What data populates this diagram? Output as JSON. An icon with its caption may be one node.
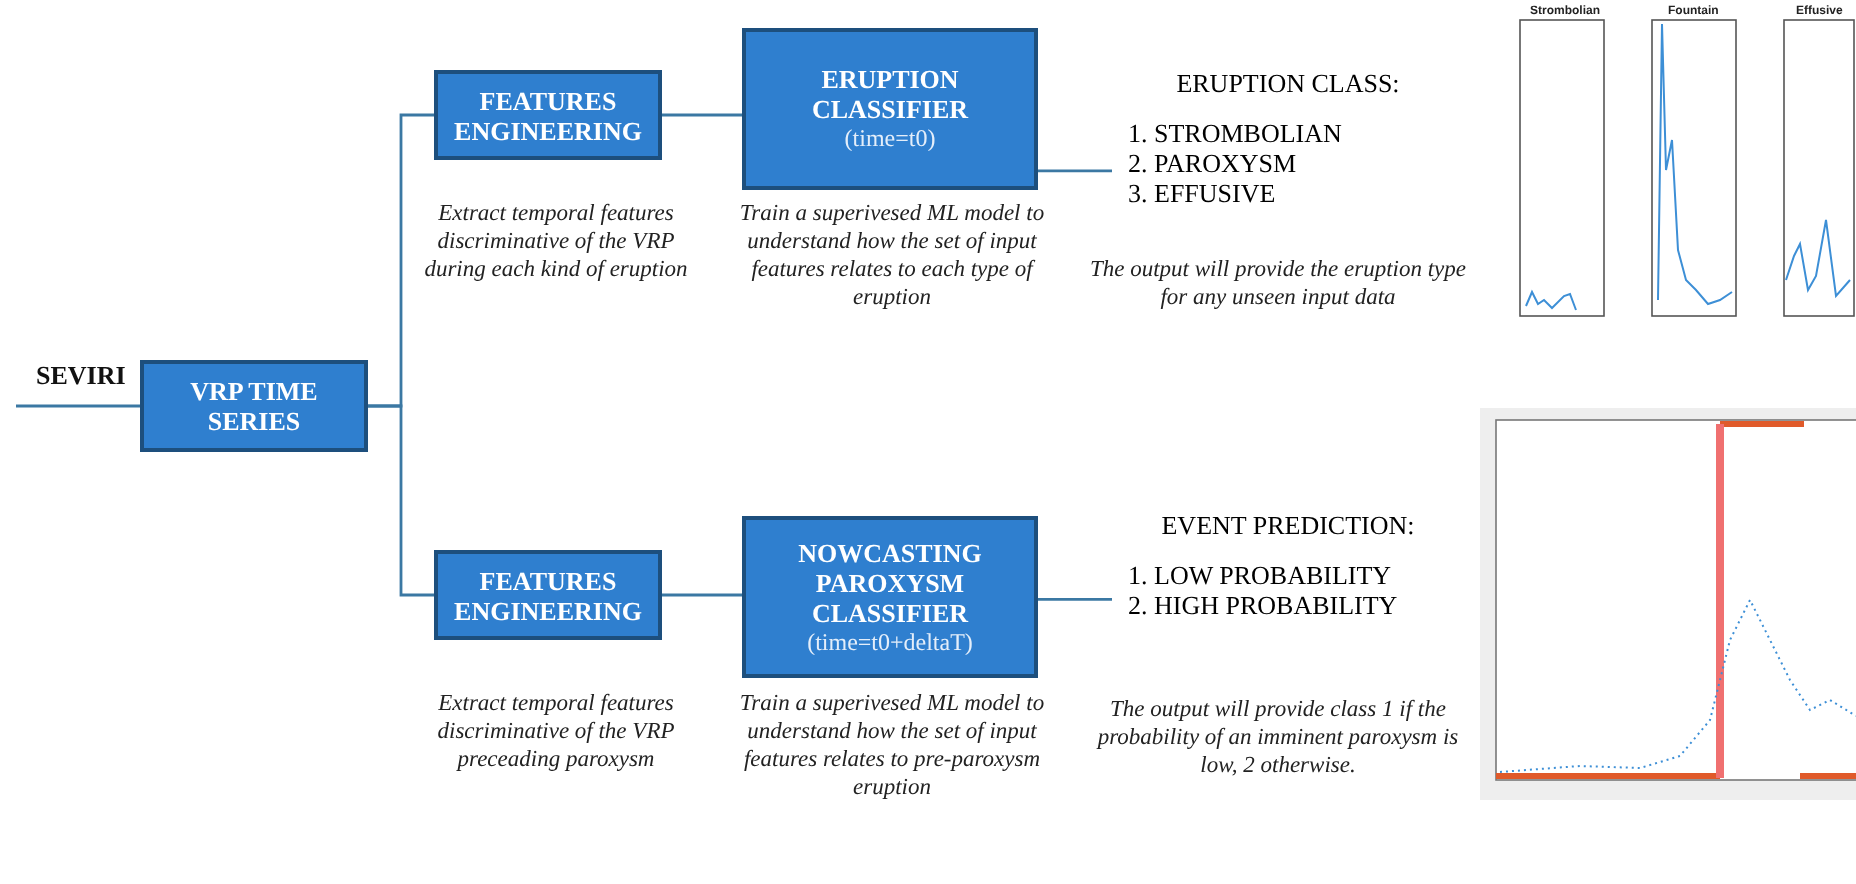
{
  "diagram": {
    "nodes": [
      {
        "text": [
          "SEVIRI"
        ]
      },
      {
        "text": [
          "VRP TIME SERIES"
        ]
      },
      {
        "text": [
          "FEATURES ENGINEERING"
        ],
        "beside": [
          "Extract temporal features discriminative of the VRP during each kind of eruption"
        ]
      },
      {
        "text": [
          "ERUPTION CLASSIFIER",
          "(time=t0)"
        ],
        "beside": [
          "Train a superivesed ML model to understand how the set of input features relates to each type of eruption"
        ]
      },
      {
        "text": [
          "ERUPTION CLASS:",
          "1. STROMBOLIAN",
          "2. PAROXYSM",
          "3. EFFUSIVE"
        ],
        "beside": [
          "The output will provide the eruption type for any unseen input data"
        ]
      },
      {
        "text": [
          "FEATURES ENGINEERING"
        ],
        "beside": [
          "Extract temporal features discriminative of the VRP preceading paroxysm"
        ]
      },
      {
        "text": [
          "NOWCASTING PAROXYSM CLASSIFIER",
          "(time=t0+deltaT)"
        ],
        "beside": [
          "Train a superivesed ML model to understand how the set of input features relates to pre-paroxysm eruption"
        ]
      },
      {
        "text": [
          "EVENT PREDICTION:",
          "1. LOW PROBABILITY",
          "2. HIGH PROBABILITY"
        ],
        "beside": [
          "The output will provide class 1 if the probability of an imminent paroxysm is low, 2 otherwise."
        ]
      }
    ],
    "edges": [
      {
        "from": 0,
        "to": 1,
        "arrow": "none"
      },
      {
        "from": 1,
        "to": 2,
        "arrow": "none"
      },
      {
        "from": 1,
        "to": 5,
        "arrow": "none"
      },
      {
        "from": 2,
        "to": 3,
        "arrow": "none"
      },
      {
        "from": 3,
        "to": 4,
        "arrow": "none"
      },
      {
        "from": 5,
        "to": 6,
        "arrow": "none"
      },
      {
        "from": 6,
        "to": 7,
        "arrow": "none"
      }
    ],
    "labels": [
      "Strombolian",
      "Fountain",
      "Effusive"
    ]
  }
}
